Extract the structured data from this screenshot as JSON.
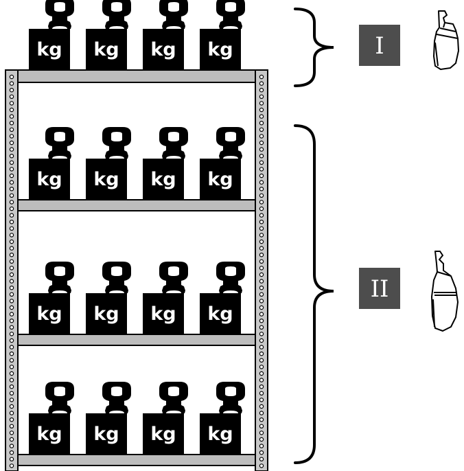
{
  "weight_label": "kg",
  "shelves": [
    {
      "weights": 4
    },
    {
      "weights": 4
    },
    {
      "weights": 4
    },
    {
      "weights": 4
    }
  ],
  "groups": [
    {
      "label": "I",
      "shelves": 1,
      "clip": "short-clip"
    },
    {
      "label": "II",
      "shelves": 3,
      "clip": "long-clip"
    }
  ],
  "colors": {
    "weight": "#000000",
    "shelf": "#bdbdbd",
    "upright": "#c8c8c8",
    "outline": "#000000",
    "label_box": "#4d4d4d",
    "label_text": "#ffffff"
  }
}
